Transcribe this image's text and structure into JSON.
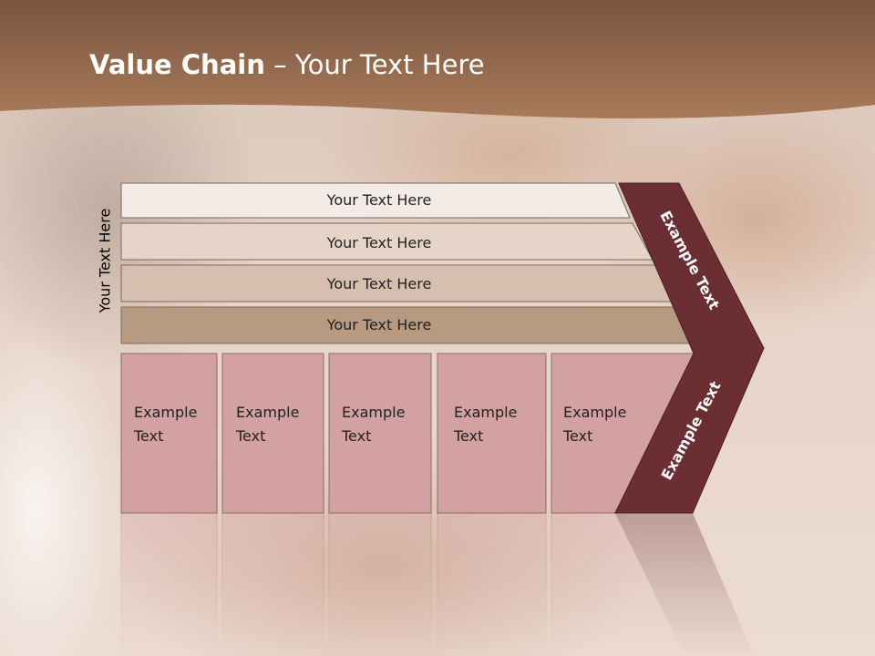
{
  "title": {
    "bold": "Value Chain",
    "rest": " – Your Text Here"
  },
  "side_label": "Your Text Here",
  "support_rows": [
    {
      "label": "Your Text Here",
      "color": "#f3ebe6"
    },
    {
      "label": "Your Text Here",
      "color": "#e6d4c8"
    },
    {
      "label": "Your Text Here",
      "color": "#d6bfae"
    },
    {
      "label": "Your Text Here",
      "color": "#b89a80"
    }
  ],
  "primary_boxes": [
    {
      "line1": "Example",
      "line2": "Text"
    },
    {
      "line1": "Example",
      "line2": "Text"
    },
    {
      "line1": "Example",
      "line2": "Text"
    },
    {
      "line1": "Example",
      "line2": "Text"
    },
    {
      "line1": "Example",
      "line2": "Text"
    }
  ],
  "arrow_labels": {
    "upper": "Example Text",
    "lower": "Example Text"
  },
  "colors": {
    "header": "#8b5e43",
    "box_fill": "#d3a1a1",
    "arrow_fill": "#6b2f33"
  }
}
